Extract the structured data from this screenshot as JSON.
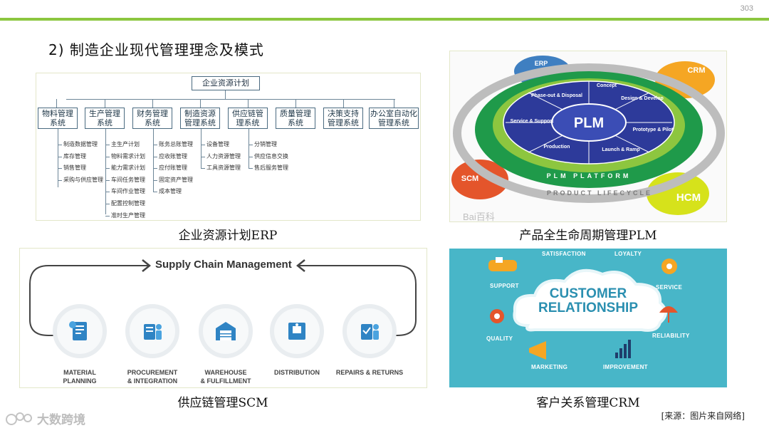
{
  "page": {
    "number": "303",
    "heading": "2) 制造企业现代管理理念及模式"
  },
  "erp": {
    "caption": "企业资源计划ERP",
    "root": "企业资源计划",
    "modules": [
      {
        "title": "物料管理系统",
        "items": [
          "制造数据管理",
          "库存管理",
          "销售管理",
          "采购与供应管理"
        ]
      },
      {
        "title": "生产管理系统",
        "items": [
          "主生产计划",
          "物料需求计划",
          "能力需求计划",
          "车间任务管理",
          "车间作业管理",
          "配置控制管理",
          "准时生产管理"
        ]
      },
      {
        "title": "财务管理系统",
        "items": [
          "账务总账管理",
          "应收账管理",
          "应付账管理",
          "固定资产管理",
          "成本管理"
        ]
      },
      {
        "title": "制造资源管理系统",
        "items": [
          "设备管理",
          "人力资源管理",
          "工具资源管理"
        ]
      },
      {
        "title": "供应链管理系统",
        "items": [
          "分销管理",
          "供应信息交换",
          "售后服务管理"
        ]
      },
      {
        "title": "质量管理系统",
        "items": []
      },
      {
        "title": "决策支持管理系统",
        "items": []
      },
      {
        "title": "办公室自动化管理系统",
        "items": []
      }
    ]
  },
  "plm": {
    "caption": "产品全生命周期管理PLM",
    "center": "PLM",
    "segments": [
      "Concept",
      "Design & Develop",
      "Prototype & Pilot",
      "Launch & Ramp",
      "Production",
      "Service & Support",
      "Phase-out & Disposal"
    ],
    "ring_text": "PLM PLATFORM",
    "outer_text": "PRODUCT LIFECYCLE",
    "satellites": [
      "ERP",
      "CRM",
      "SCM",
      "HCM"
    ],
    "watermark": "Bai百科"
  },
  "scm": {
    "caption": "供应链管理SCM",
    "title": "Supply Chain Management",
    "steps": [
      {
        "line1": "MATERIAL",
        "line2": "PLANNING"
      },
      {
        "line1": "PROCUREMENT",
        "line2": "& INTEGRATION"
      },
      {
        "line1": "WAREHOUSE",
        "line2": "& FULFILLMENT"
      },
      {
        "line1": "DISTRIBUTION",
        "line2": ""
      },
      {
        "line1": "REPAIRS & RETURNS",
        "line2": ""
      }
    ]
  },
  "crm": {
    "caption": "客户关系管理CRM",
    "title_line1": "CUSTOMER",
    "title_line2": "RELATIONSHIP",
    "labels": {
      "satisfaction": "SATISFACTION",
      "loyalty": "LOYALTY",
      "support": "SUPPORT",
      "service": "SERVICE",
      "quality": "QUALITY",
      "reliability": "RELIABILITY",
      "marketing": "MARKETING",
      "improvement": "IMPROVEMENT"
    }
  },
  "footer": {
    "source": "[来源：图片来自网络]",
    "logo": "大数跨境"
  },
  "colors": {
    "accent": "#8cc63f",
    "crm_bg": "#48b6c8"
  }
}
